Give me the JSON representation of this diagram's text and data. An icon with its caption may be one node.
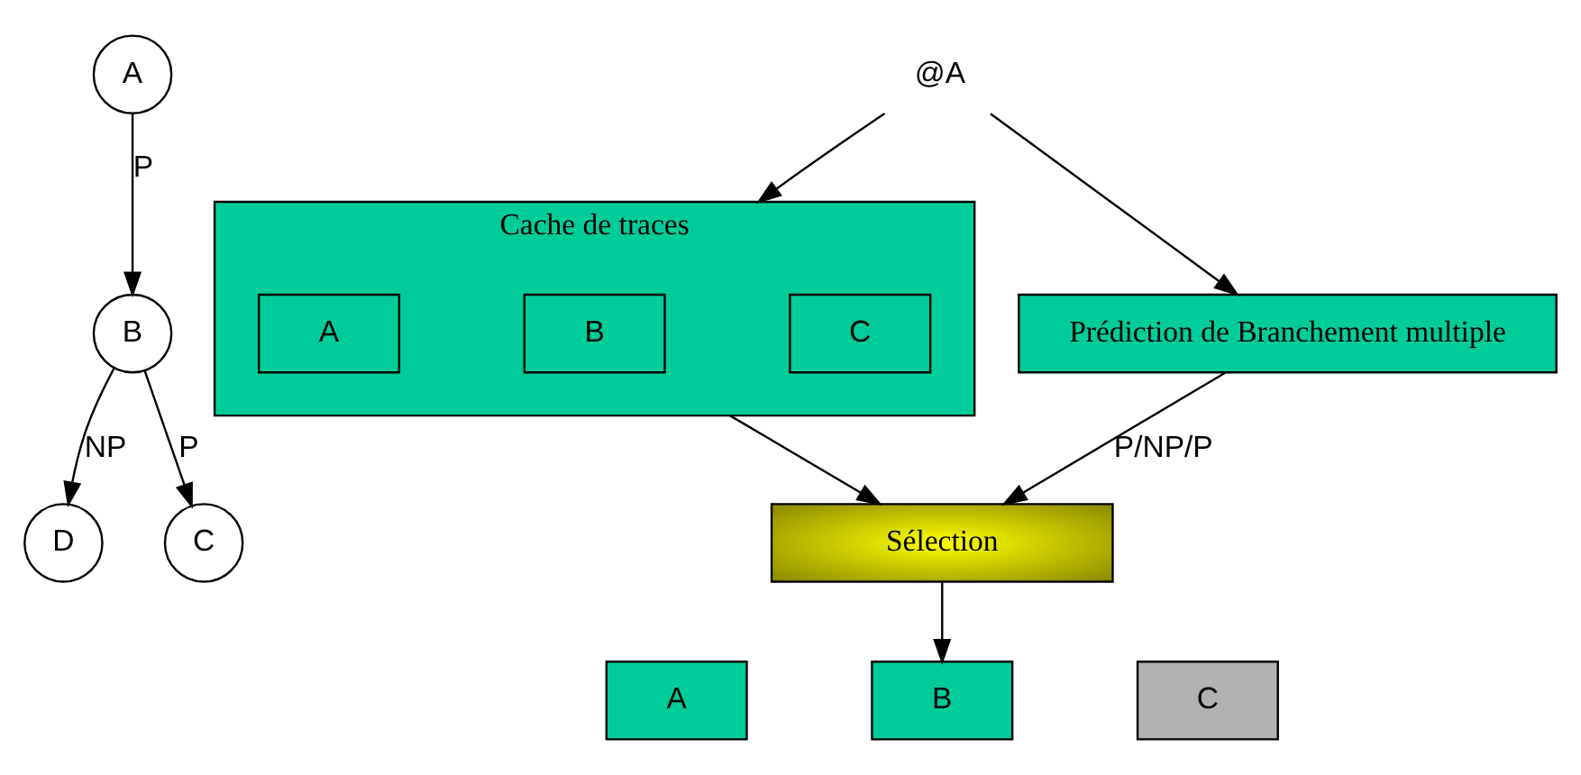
{
  "diagram": {
    "nodes": [
      {
        "text": [
          "A"
        ]
      },
      {
        "text": [
          "B"
        ]
      },
      {
        "text": [
          "D"
        ]
      },
      {
        "text": [
          "C"
        ]
      },
      {
        "text": [
          "Cache de traces"
        ]
      },
      {
        "text": [
          "A"
        ],
        "in": 4
      },
      {
        "text": [
          "B"
        ],
        "in": 4
      },
      {
        "text": [
          "C"
        ],
        "in": 4
      },
      {
        "text": [
          "@A"
        ]
      },
      {
        "text": [
          "Prédiction de Branchement multiple"
        ]
      },
      {
        "text": [
          "Sélection"
        ]
      },
      {
        "text": [
          "A"
        ]
      },
      {
        "text": [
          "B"
        ]
      },
      {
        "text": [
          "C"
        ]
      }
    ],
    "edges": [
      {
        "from": 0,
        "to": 1,
        "arrow": "to",
        "label": "P"
      },
      {
        "from": 1,
        "to": 2,
        "arrow": "to",
        "label": "NP"
      },
      {
        "from": 1,
        "to": 3,
        "arrow": "to",
        "label": "P"
      },
      {
        "from": 8,
        "to": 4,
        "arrow": "to"
      },
      {
        "from": 8,
        "to": 9,
        "arrow": "to"
      },
      {
        "from": 4,
        "to": 10,
        "arrow": "to"
      },
      {
        "from": 9,
        "to": 10,
        "arrow": "to",
        "label": "P/NP/P"
      },
      {
        "from": 10,
        "to": 12,
        "arrow": "to"
      }
    ]
  }
}
